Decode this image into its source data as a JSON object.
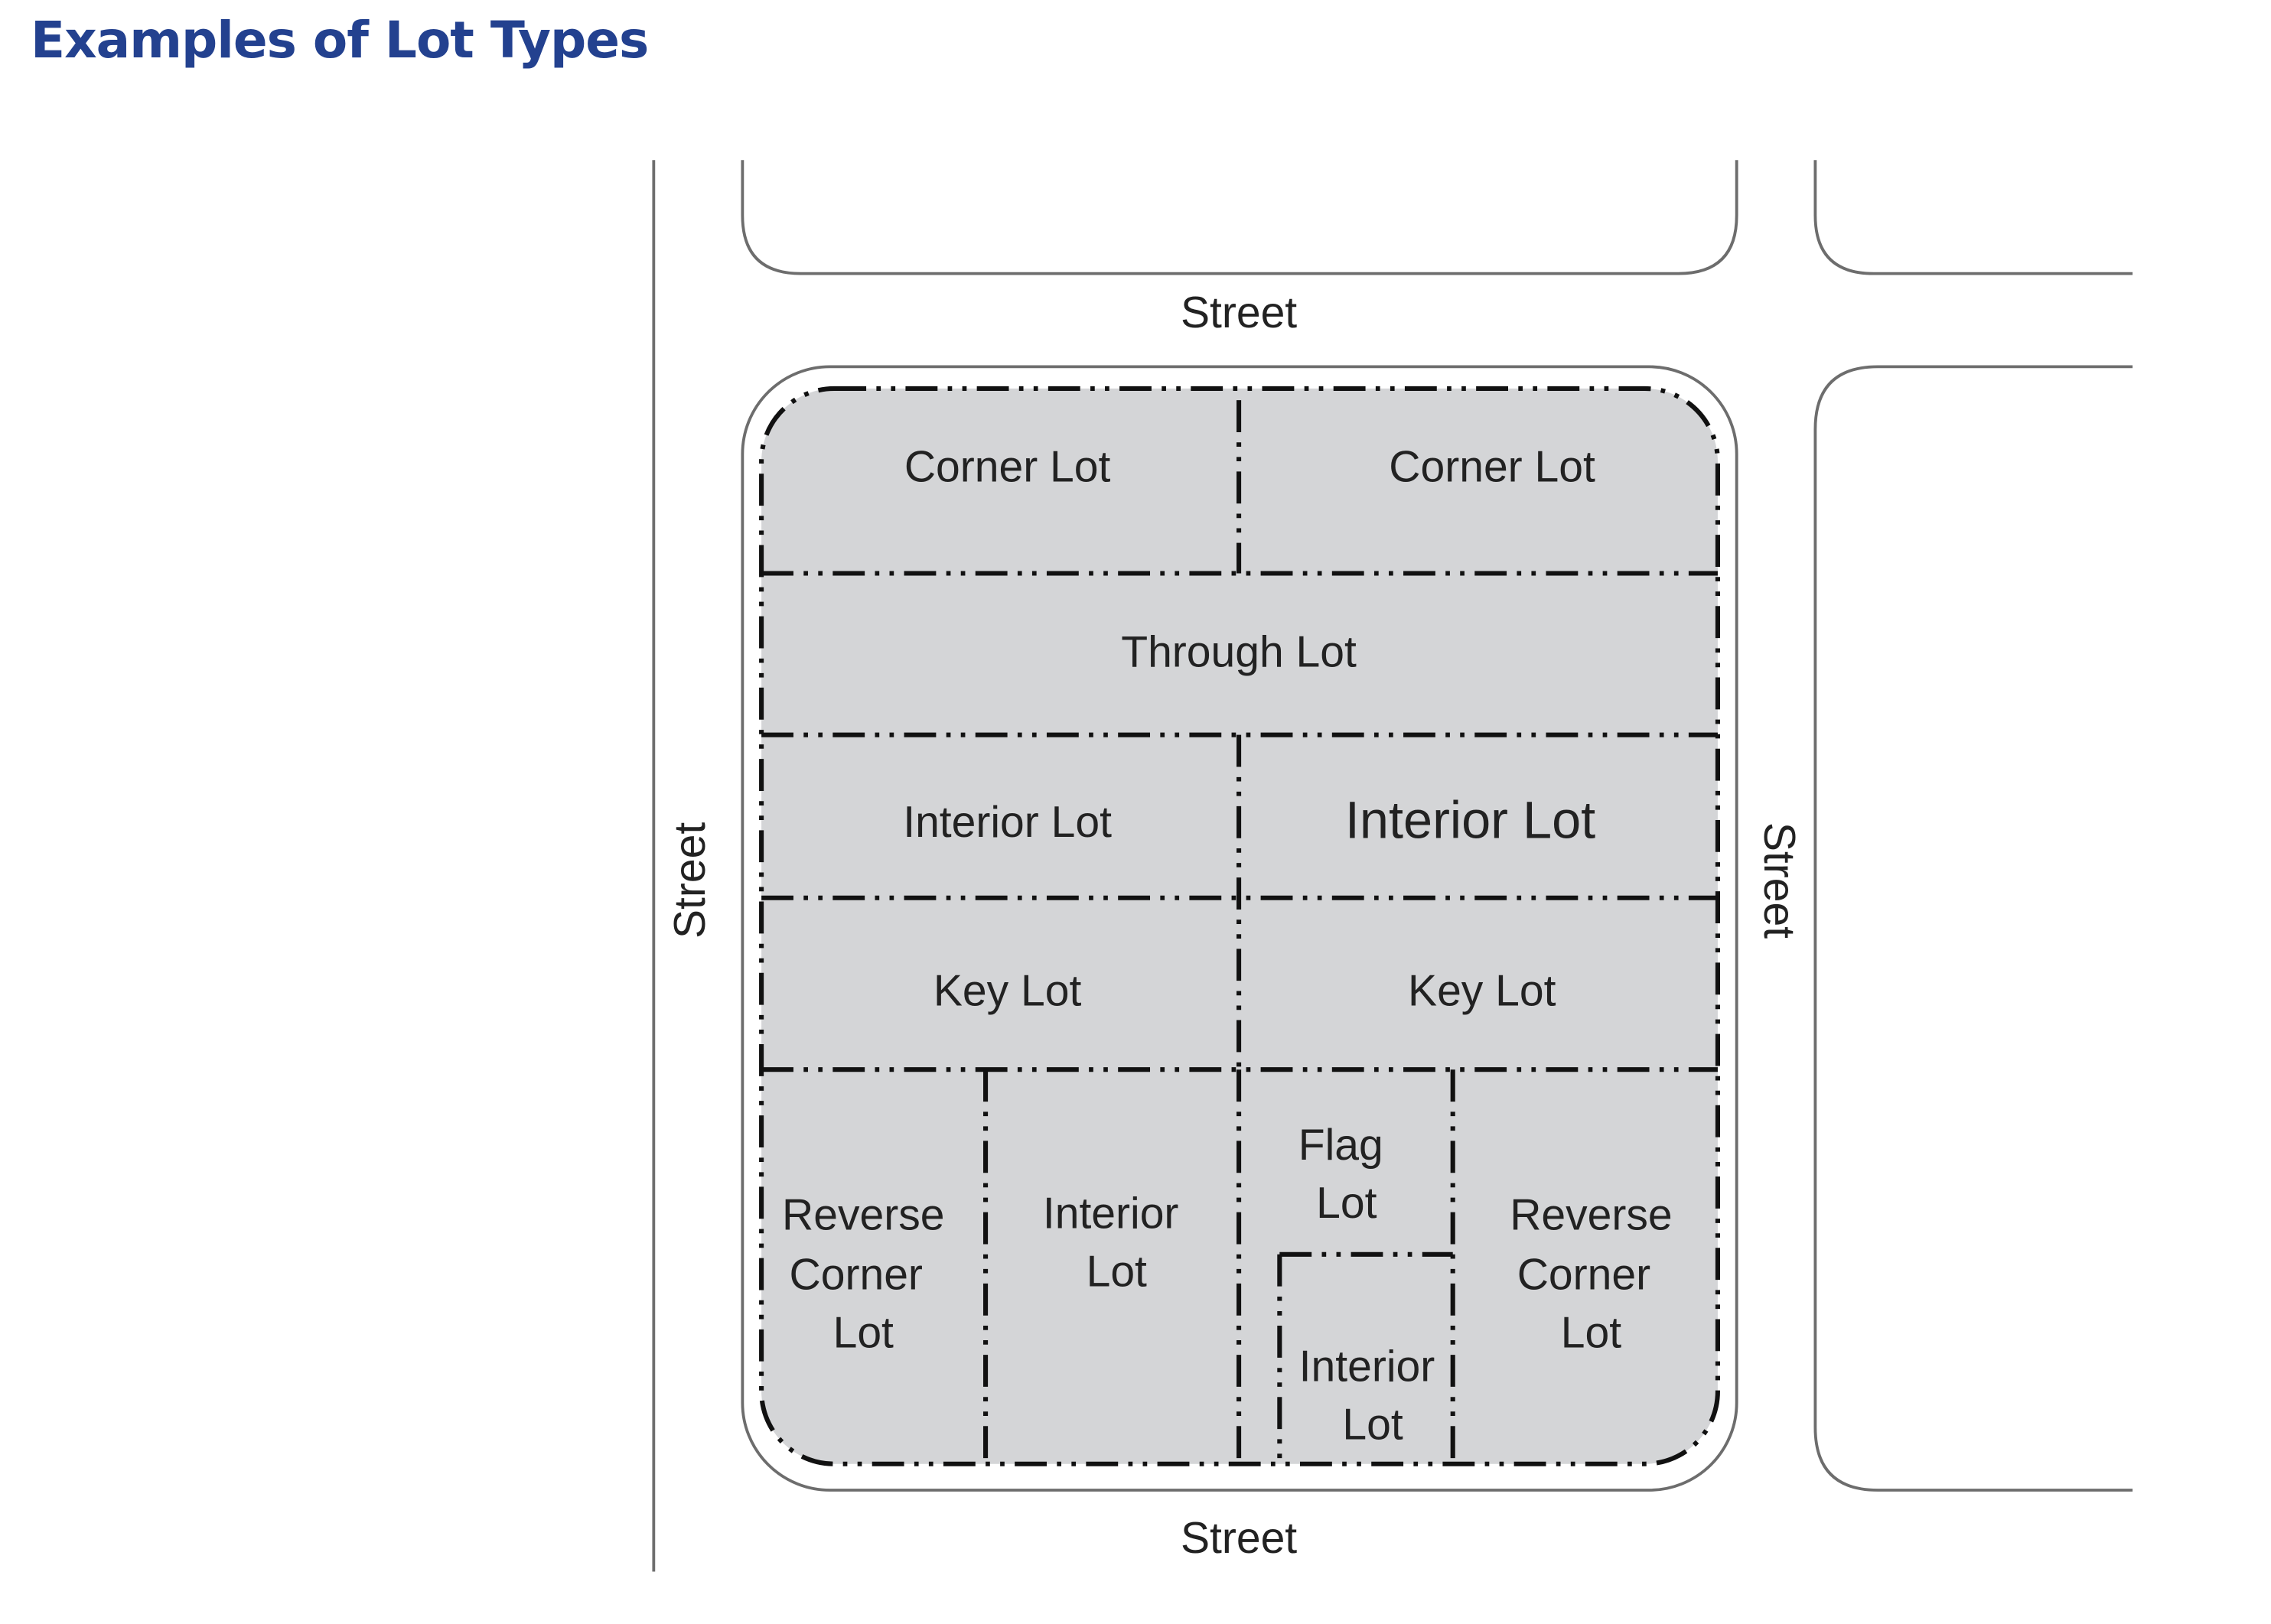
{
  "title": "Examples of Lot Types",
  "streets": {
    "top": "Street",
    "bottom": "Street",
    "left": "Street",
    "right": "Street"
  },
  "lots": {
    "corner_left": "Corner Lot",
    "corner_right": "Corner Lot",
    "through": "Through Lot",
    "interior_left": "Interior Lot",
    "interior_right": "Interior Lot",
    "key_left": "Key Lot",
    "key_right": "Key Lot",
    "reverse_corner_left": [
      "Reverse",
      "Corner",
      "Lot"
    ],
    "interior_bottom": [
      "Interior",
      "Lot"
    ],
    "flag": [
      "Flag",
      "Lot"
    ],
    "interior_small": [
      "Interior",
      "Lot"
    ],
    "reverse_corner_right": [
      "Reverse",
      "Corner",
      "Lot"
    ]
  },
  "colors": {
    "title": "#23418f",
    "lot_fill": "#d4d5d7"
  }
}
